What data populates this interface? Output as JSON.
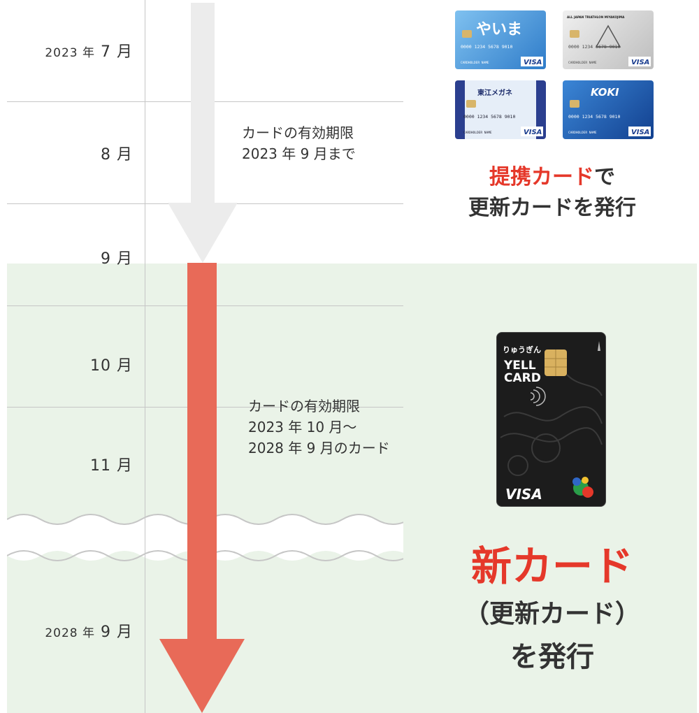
{
  "timeline": {
    "months": [
      {
        "year": "2023 年",
        "month": "7 月"
      },
      {
        "year": "",
        "month": "8 月"
      },
      {
        "year": "",
        "month": "9 月"
      },
      {
        "year": "",
        "month": "10 月"
      },
      {
        "year": "",
        "month": "11 月"
      },
      {
        "year": "2028 年",
        "month": "9 月"
      }
    ]
  },
  "old_card_note": [
    "カードの有効期限",
    "2023 年 9 月まで"
  ],
  "new_card_note": [
    "カードの有効期限",
    "2023 年 10 月～",
    "2028 年 9 月のカード"
  ],
  "partner_cards": [
    {
      "logo": "やいま",
      "number": "0000 1234 5678 9010",
      "holder": "CARDHOLDER NAME",
      "brand": "VISA",
      "color": "#3a8fd8"
    },
    {
      "logo": "ALL JAPAN TRIATHLON MIYAKOJIMA",
      "number": "0000 1234 5678 9010",
      "holder": "CARDHOLDER NAME",
      "brand": "VISA",
      "color": "#d9d9d9"
    },
    {
      "logo": "東江メガネ",
      "number": "0000 1234 5678 9010",
      "holder": "CARDHOLDER NAME",
      "brand": "VISA",
      "color": "#2b3f8f"
    },
    {
      "logo": "KOKI",
      "number": "0000 1234 5678 9010",
      "holder": "CARDHOLDER NAME",
      "brand": "VISA",
      "color": "#1f5fb0"
    }
  ],
  "partner_heading": {
    "red": "提携カード",
    "rest": "で",
    "line2": "更新カードを発行"
  },
  "new_card": {
    "bank": "りゅうぎん",
    "name_line1": "YELL",
    "name_line2": "CARD",
    "brand": "VISA"
  },
  "new_heading": {
    "red": "新カード",
    "line2": "（更新カード）",
    "line3": "を発行"
  },
  "colors": {
    "accent_red": "#e5382a",
    "arrow_red": "#e86a58",
    "arrow_gray": "#ececec",
    "green_bg": "#eaf3e8"
  }
}
